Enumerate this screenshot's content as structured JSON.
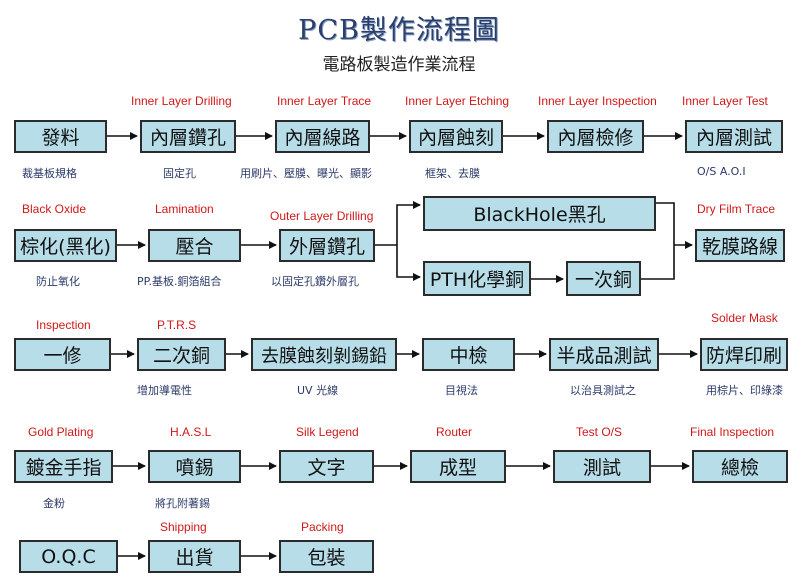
{
  "title": "PCB製作流程圖",
  "subtitle": "電路板製造作業流程",
  "steps": {
    "s1": {
      "zh": "發料",
      "en": "",
      "note": "裁基板規格"
    },
    "s2": {
      "zh": "內層鑽孔",
      "en": "Inner Layer Drilling",
      "note": "固定孔"
    },
    "s3": {
      "zh": "內層線路",
      "en": "Inner Layer Trace",
      "note": "用刷片、壓膜、曝光、顯影"
    },
    "s4": {
      "zh": "內層蝕刻",
      "en": "Inner Layer Etching",
      "note": "框架、去膜"
    },
    "s5": {
      "zh": "內層檢修",
      "en": "Inner Layer Inspection",
      "note": ""
    },
    "s6": {
      "zh": "內層測試",
      "en": "Inner Layer Test",
      "note": "O/S A.O.I"
    },
    "s7": {
      "zh": "棕化(黑化)",
      "en": "Black Oxide",
      "note": "防止氧化"
    },
    "s8": {
      "zh": "壓合",
      "en": "Lamination",
      "note": "PP.基板.銅箔組合"
    },
    "s9": {
      "zh": "外層鑽孔",
      "en": "Outer Layer Drilling",
      "note": "以固定孔鑽外層孔"
    },
    "s10": {
      "zh": "BlackHole黑孔",
      "en": "",
      "note": ""
    },
    "s11": {
      "zh": "PTH化學銅",
      "en": "",
      "note": ""
    },
    "s12": {
      "zh": "一次銅",
      "en": "",
      "note": ""
    },
    "s13": {
      "zh": "乾膜路線",
      "en": "Dry Film Trace",
      "note": ""
    },
    "s14": {
      "zh": "一修",
      "en": "Inspection",
      "note": ""
    },
    "s15": {
      "zh": "二次銅",
      "en": "P.T.R.S",
      "note": "增加導電性"
    },
    "s16": {
      "zh": "去膜蝕刻剝錫鉛",
      "en": "",
      "note": "UV 光線"
    },
    "s17": {
      "zh": "中檢",
      "en": "",
      "note": "目視法"
    },
    "s18": {
      "zh": "半成品測試",
      "en": "",
      "note": "以治具測試之"
    },
    "s19": {
      "zh": "防焊印刷",
      "en": "Solder Mask",
      "note": "用棕片、印綠漆"
    },
    "s20": {
      "zh": "鍍金手指",
      "en": "Gold Plating",
      "note": "金粉"
    },
    "s21": {
      "zh": "噴錫",
      "en": "H.A.S.L",
      "note": "將孔附著錫"
    },
    "s22": {
      "zh": "文字",
      "en": "Silk Legend",
      "note": ""
    },
    "s23": {
      "zh": "成型",
      "en": "Router",
      "note": ""
    },
    "s24": {
      "zh": "測試",
      "en": "Test O/S",
      "note": ""
    },
    "s25": {
      "zh": "總檢",
      "en": "Final Inspection",
      "note": ""
    },
    "s26": {
      "zh": "O.Q.C",
      "en": "",
      "note": ""
    },
    "s27": {
      "zh": "出貨",
      "en": "Shipping",
      "note": ""
    },
    "s28": {
      "zh": "包裝",
      "en": "Packing",
      "note": ""
    }
  },
  "colors": {
    "box_fill": "#b7dde8",
    "english_label": "#d01818",
    "note_text": "#2b3a6a",
    "title": "#2a3f6a"
  }
}
